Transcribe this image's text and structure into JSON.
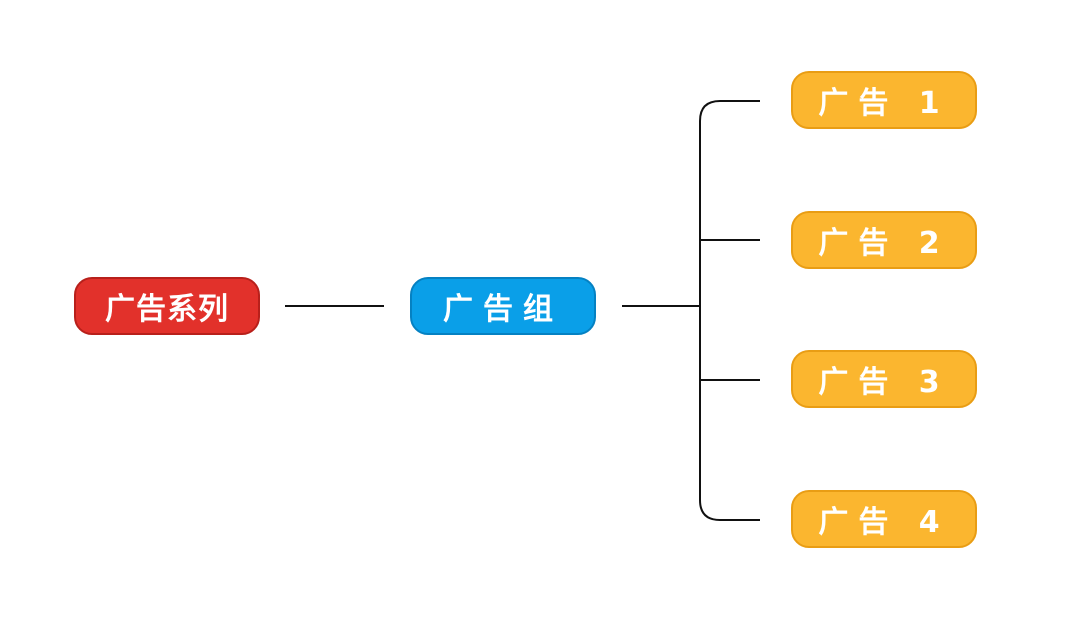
{
  "nodes": {
    "root": {
      "label": "广告系列",
      "color": "#e2312b"
    },
    "mid": {
      "label": "广告组",
      "color": "#0a9fe8"
    },
    "leaves": [
      {
        "label": "广告 1"
      },
      {
        "label": "广告 2"
      },
      {
        "label": "广告 3"
      },
      {
        "label": "广告 4"
      }
    ],
    "leaf_color": "#fbb62f"
  }
}
